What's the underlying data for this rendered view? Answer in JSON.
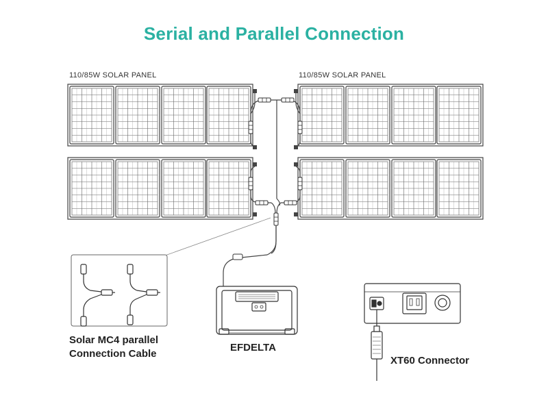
{
  "title": "Serial and Parallel Connection",
  "panels": {
    "left_label": "110/85W SOLAR PANEL",
    "right_label": "110/85W SOLAR PANEL"
  },
  "captions": {
    "cable_line1": "Solar MC4 parallel",
    "cable_line2": "Connection Cable",
    "power_station": "EFDELTA",
    "connector": "XT60 Connector"
  },
  "colors": {
    "title": "#2bb1a2",
    "line": "#555555",
    "panel_cell": "#ffffff"
  },
  "icons": [
    "mc4-y-cable-icon",
    "power-station-icon",
    "xt60-port-icon",
    "xt60-plug-icon",
    "solar-panel-icon"
  ]
}
